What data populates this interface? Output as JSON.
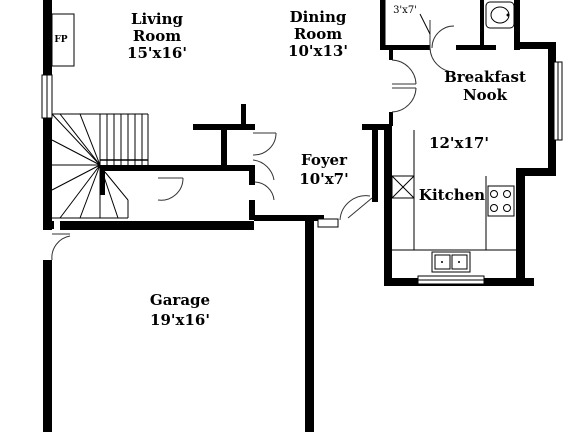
{
  "rooms": {
    "living": {
      "name_line1": "Living",
      "name_line2": "Room",
      "size": "15'x16'"
    },
    "dining": {
      "name_line1": "Dining",
      "name_line2": "Room",
      "size": "10'x13'"
    },
    "breakfast": {
      "name_line1": "Breakfast",
      "name_line2": "Nook"
    },
    "kitchen": {
      "name": "Kitchen",
      "size": "12'x17'"
    },
    "foyer": {
      "name": "Foyer",
      "size": "10'x7'"
    },
    "garage": {
      "name": "Garage",
      "size": "19'x16'"
    },
    "closet": {
      "size": "3'x7'"
    }
  },
  "labels": {
    "fireplace": "FP"
  }
}
